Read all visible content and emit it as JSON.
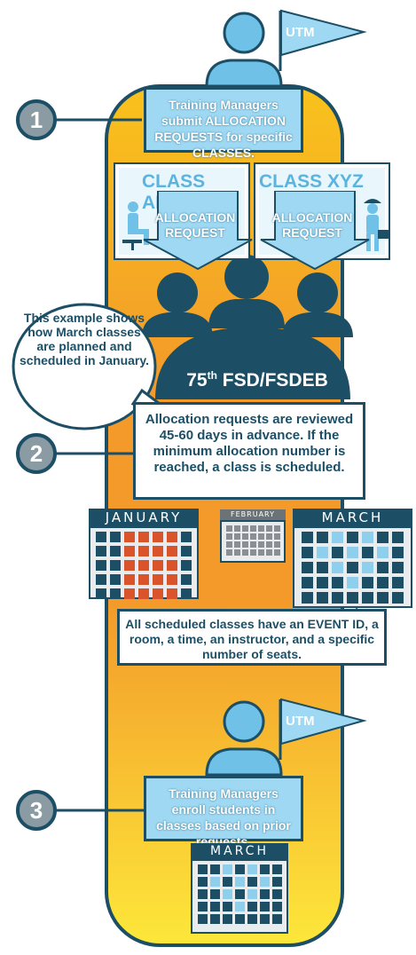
{
  "top_flag": "UTM",
  "step1": {
    "number": "1",
    "text": "Training Managers submit ALLOCATION REQUESTS for specific CLASSES."
  },
  "cards": [
    {
      "title": "CLASS ABC",
      "arrow_text": "ALLOCATION REQUEST"
    },
    {
      "title": "CLASS XYZ",
      "arrow_text": "ALLOCATION REQUEST"
    }
  ],
  "callout": "This example shows how March classes are planned and scheduled in January.",
  "org": {
    "prefix": "75",
    "sup": "th",
    "name": " FSD/FSDEB"
  },
  "step2": {
    "number": "2",
    "text": "Allocation requests are reviewed 45-60 days in advance.  If the minimum allocation number is reached, a class is scheduled."
  },
  "calendars": {
    "january": "JANUARY",
    "february": "FEBRUARY",
    "march": "MARCH"
  },
  "scheduled_note": "All scheduled classes have an EVENT ID, a room, a time, an instructor, and a specific number of seats.",
  "bottom_flag": "UTM",
  "step3": {
    "number": "3",
    "text": "Training Managers enroll students in classes based on prior requests."
  },
  "bottom_calendar": "MARCH",
  "colors": {
    "navy": "#1c4f66",
    "light_blue": "#9fd8f2",
    "orange": "#f39a2a",
    "yellow": "#fde03a",
    "cal_dark": "#1c4f66",
    "cal_red": "#d9542b",
    "cal_light": "#8ecfee",
    "cal_gray": "#8a8f93"
  }
}
